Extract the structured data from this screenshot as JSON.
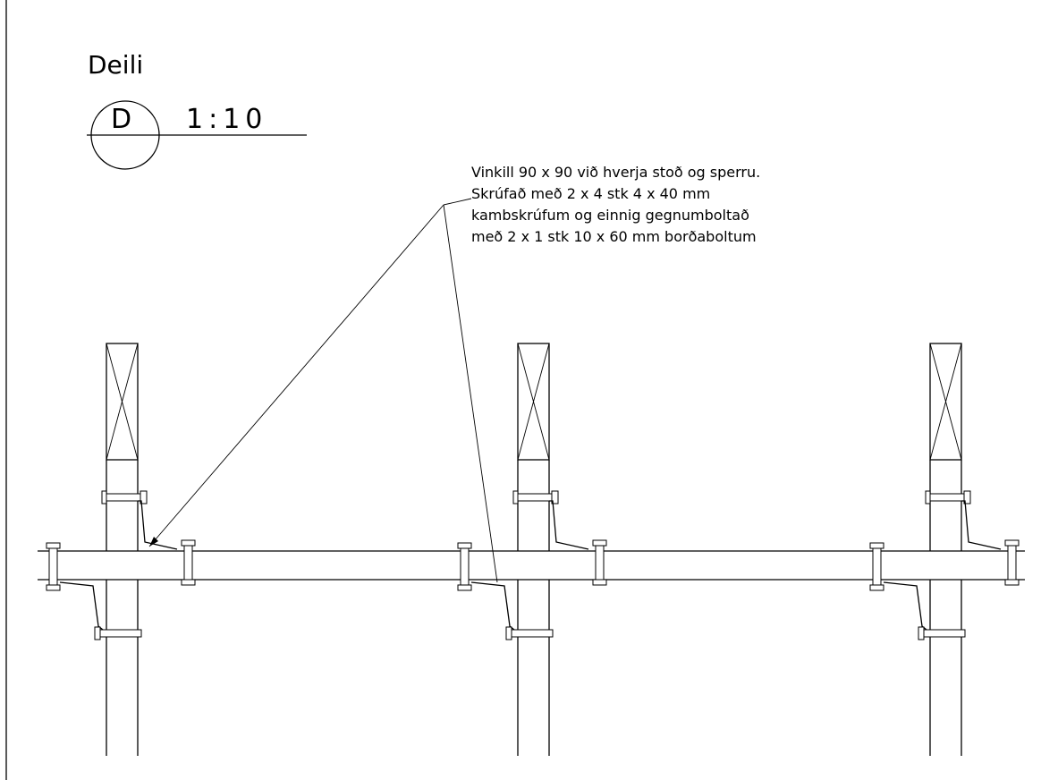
{
  "drawing": {
    "title": "Deili",
    "detail_id": "D",
    "scale": "1:10",
    "note_lines": [
      "Vinkill 90 x 90 við hverja stoð og sperru.",
      "Skrúfað með 2 x 4 stk 4 x 40 mm",
      "kambskrúfum og einnig gegnumboltað",
      "með 2 x 1 stk 10 x 60 mm borðaboltum"
    ]
  }
}
